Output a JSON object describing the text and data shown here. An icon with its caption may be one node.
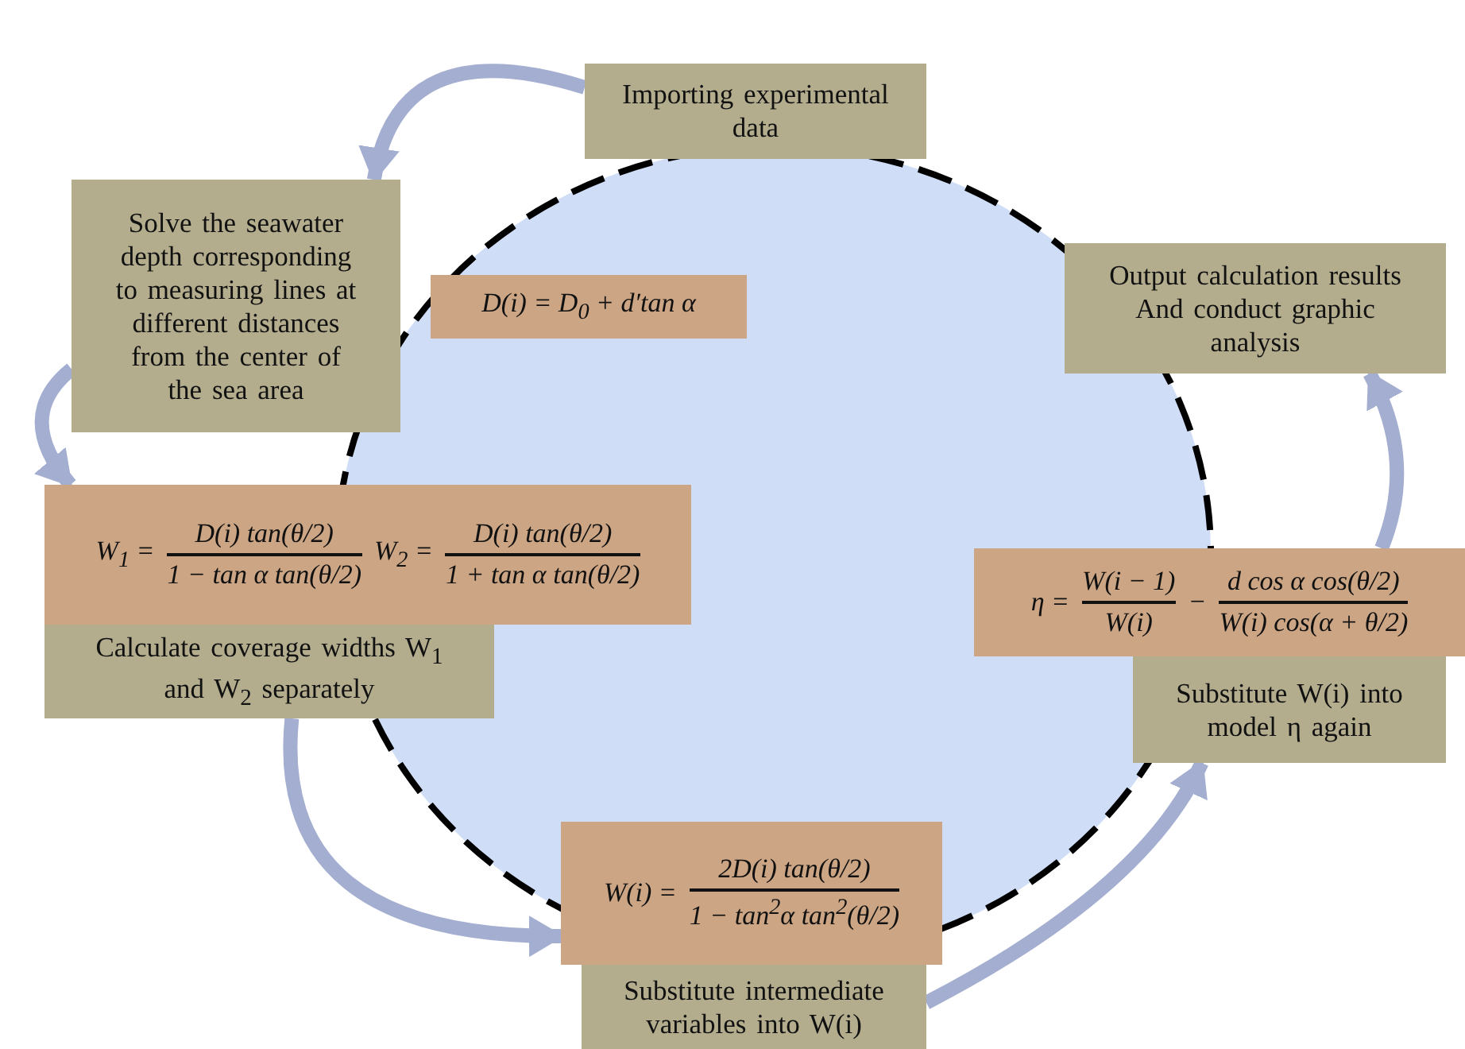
{
  "diagram": {
    "nodes": [
      {
        "text": [
          "Importing experimental data"
        ]
      },
      {
        "text": [
          "Solve the seawater depth corresponding to measuring lines at different distances from the center of the sea area"
        ]
      },
      {
        "text": [
          "D(i) = D$_{0}$ + d′tan α"
        ]
      },
      {
        "text": [
          "W$_{1}$ =",
          "D(i) tan(θ/2)",
          "1 − tan α tan(θ/2)",
          "W$_{2}$ =",
          "D(i) tan(θ/2)",
          "1 + tan α tan(θ/2)"
        ]
      },
      {
        "text": [
          "Calculate coverage widths W$_{1}$ and W$_{2}$ separately"
        ]
      },
      {
        "text": [
          "W(i) =",
          "2D(i) tan(θ/2)",
          "1 − tan$^{2}$α tan$^{2}$(θ/2)"
        ]
      },
      {
        "text": [
          "Substitute intermediate variables into W(i)"
        ]
      },
      {
        "text": [
          "Output calculation results And conduct graphic analysis"
        ]
      },
      {
        "text": [
          "η =",
          "W(i − 1)",
          "W(i)",
          "−",
          "d cos α cos(θ/2)",
          "W(i) cos(α + θ/2)"
        ]
      },
      {
        "text": [
          "Substitute W(i) into model η again"
        ]
      }
    ],
    "edges": [
      {
        "from": 0,
        "to": 1,
        "arrow": "to"
      },
      {
        "from": 1,
        "to": 3,
        "arrow": "to"
      },
      {
        "from": 4,
        "to": 5,
        "arrow": "to"
      },
      {
        "from": 6,
        "to": 9,
        "arrow": "to"
      },
      {
        "from": 8,
        "to": 7,
        "arrow": "to"
      }
    ]
  }
}
